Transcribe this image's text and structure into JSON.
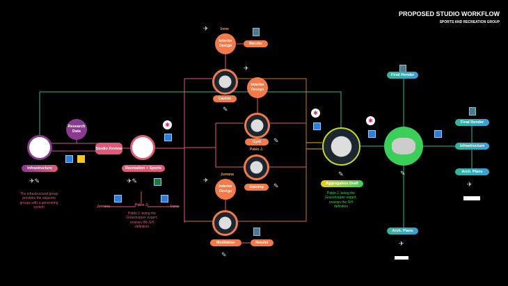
{
  "title": "PROPOSED STUDIO WORKFLOW",
  "subtitle": "SPORTS AND RECREATION GROUP",
  "colors": {
    "purple": "#8a3b8f",
    "pink": "#e05a78",
    "orange": "#f47a4a",
    "green": "#3bcf5a",
    "teal": "#2fb89a",
    "blue": "#3aa0d8",
    "yellow": "#e8d020"
  },
  "nodes": {
    "infrastructure": "Infrastructure",
    "research": "Research Data",
    "studio_review": "Studio Review",
    "recreation": "Recreation + Sports",
    "interior1": "Interior Design",
    "interior2": "Interior Design",
    "interior3": "Interior Design",
    "render1": "Render",
    "render2": "Render",
    "casino": "Casino",
    "gym": "Gym",
    "gaming": "Gaming",
    "meditation": "Meditation",
    "aggregation": "Aggregation Draft",
    "final_render_top": "Final Render",
    "arch_plans_bottom": "Arch. Plans",
    "final_render_right": "Final Render",
    "infrastructure_right": "Infrastructure",
    "arch_plans_right": "Arch. Plans"
  },
  "people": {
    "irene_top": "Irene",
    "pablo_gym": "Pablo J.",
    "jumana_mid": "Jumana",
    "jumana": "Jumana",
    "pablo": "Pablo J.",
    "irene": "Irene"
  },
  "notes": {
    "infra": "The infrastructural group provides the adjacent groups with a generating system",
    "pablo": "Pablo J. being the Grasshopper expert, reviews the GH definition",
    "pablo_green": "Pablo J. being the Grasshopper expert, reviews the GH definition"
  }
}
